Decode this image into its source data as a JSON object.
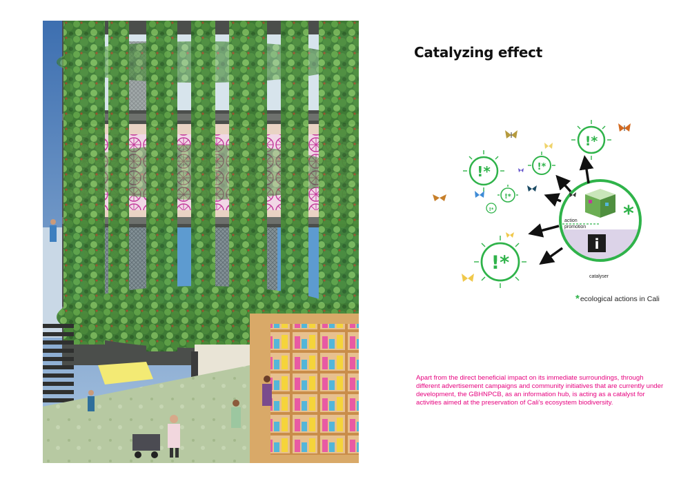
{
  "title": "Catalyzing effect",
  "diagram": {
    "label_action": "action",
    "label_promotion": "promotion",
    "label_catalyser": "catalyser",
    "info_icon": "i",
    "action_icon": "!*",
    "star_icon": "*",
    "colors": {
      "green": "#2fb34a",
      "purple": "#dcd3e8",
      "arrow": "#111111"
    }
  },
  "legend": {
    "star": "*",
    "text": "ecological actions in Cali"
  },
  "paragraph": "Apart from the direct beneficial impact on its immediate surroundings, through different advertisement campaigns and community initiatives that are currently under development, the GBHNPCB, as an information hub, is acting as a catalyst  for activities aimed at the preservation of Cali’s ecosystem biodiversity.",
  "colors": {
    "paragraph": "#e6007e",
    "accent": "#2fb34a"
  }
}
